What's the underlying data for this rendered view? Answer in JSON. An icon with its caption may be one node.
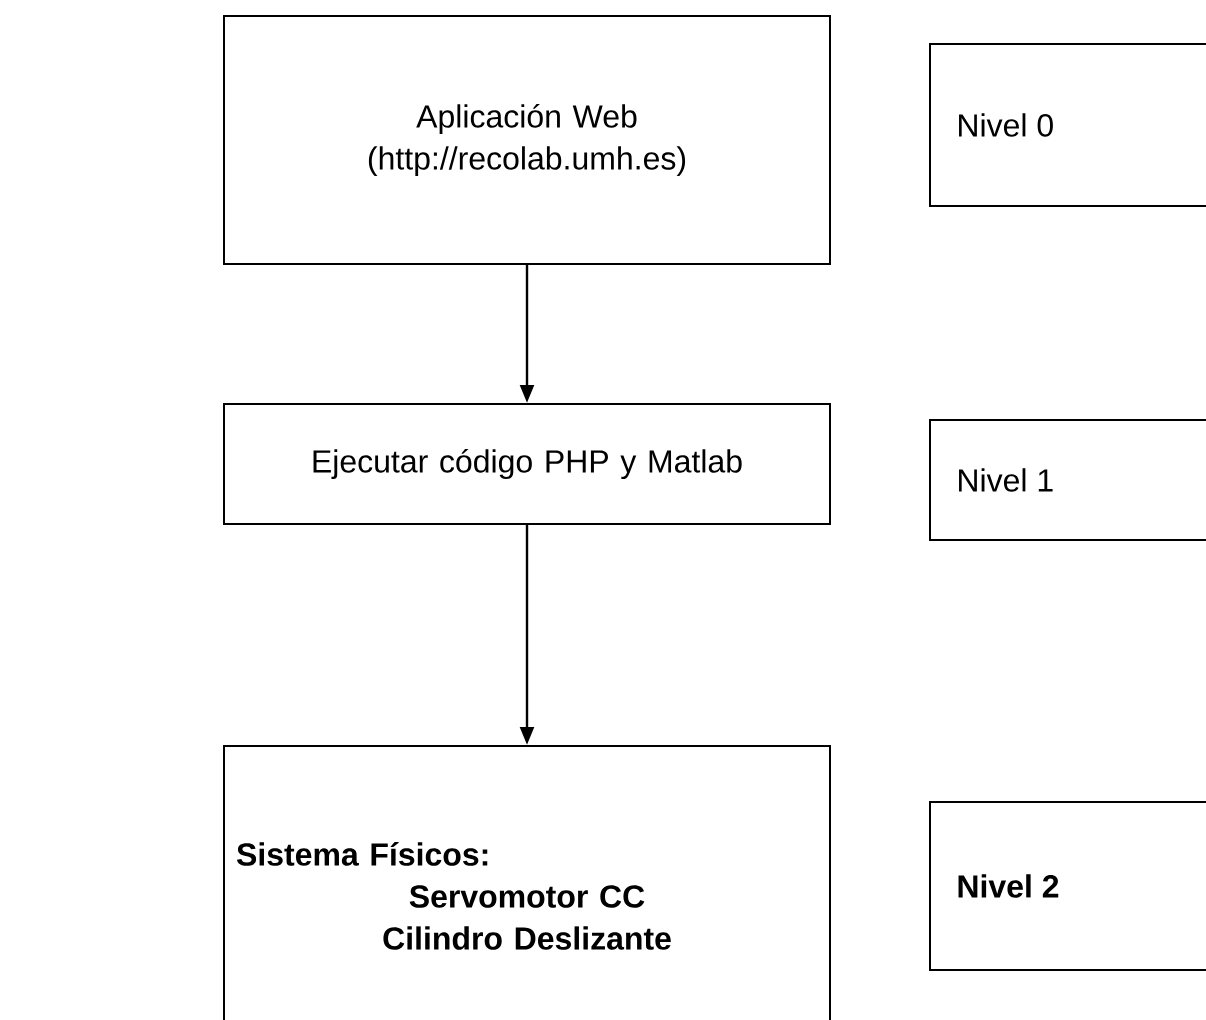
{
  "diagram": {
    "nodes": [
      {
        "text": [
          "Aplicación Web",
          "(http://recolab.umh.es)"
        ]
      },
      {
        "text": [
          "Nivel 0"
        ]
      },
      {
        "text": [
          "Ejecutar código PHP y Matlab"
        ]
      },
      {
        "text": [
          "Nivel 1"
        ]
      },
      {
        "text": [
          "Sistema Físicos:",
          "Servomotor CC",
          "Cilindro Deslizante"
        ]
      },
      {
        "text": [
          "Nivel 2"
        ]
      }
    ],
    "edges": [
      {
        "from": 0,
        "to": 2,
        "arrow": "to"
      },
      {
        "from": 2,
        "to": 4,
        "arrow": "to"
      }
    ]
  }
}
